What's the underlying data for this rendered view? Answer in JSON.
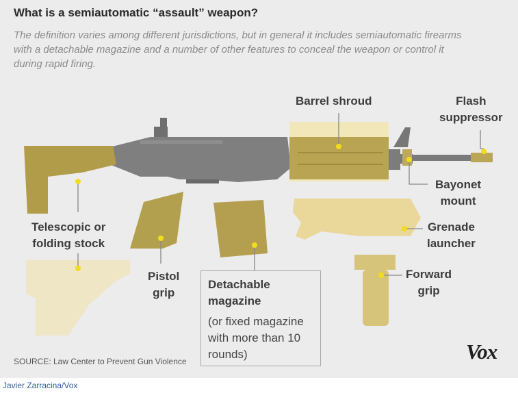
{
  "header": {
    "title": "What is  a semiautomatic “assault” weapon?",
    "subtitle": "The definition varies among different jurisdictions, but in general it includes semiautomatic firearms with a detachable magazine and a number of other features to conceal the weapon or control it during rapid firing."
  },
  "labels": {
    "barrel_shroud": "Barrel shroud",
    "flash_suppressor": [
      "Flash",
      "suppressor"
    ],
    "bayonet_mount": [
      "Bayonet",
      "mount"
    ],
    "grenade_launcher": [
      "Grenade",
      "launcher"
    ],
    "forward_grip": [
      "Forward",
      "grip"
    ],
    "telescopic_stock": [
      "Telescopic or",
      "folding stock"
    ],
    "pistol_grip": [
      "Pistol",
      "grip"
    ],
    "detachable_magazine": {
      "title": [
        "Detachable",
        "magazine"
      ],
      "note": "(or fixed magazine with more than 10 rounds)"
    }
  },
  "footer": {
    "source": "SOURCE: Law Center to Prevent Gun Violence",
    "logo": "Vox",
    "credit": "Javier Zarracina/Vox"
  },
  "colors": {
    "highlight": "#b3a04f",
    "highlight_light": "#e9dfa8",
    "gun_gray": "#7f7f7f",
    "marker": "#f2dc1e"
  }
}
